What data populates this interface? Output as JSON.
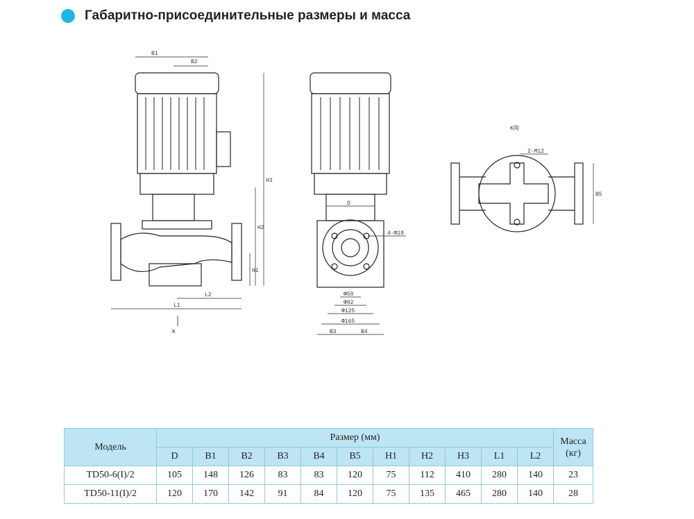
{
  "title": "Габаритно-присоединительные размеры и масса",
  "accent_color": "#1fb6e6",
  "drawing": {
    "side_view": {
      "labels": [
        "B1",
        "B2",
        "H3",
        "H2",
        "H1",
        "L2",
        "L1",
        "K"
      ]
    },
    "front_view": {
      "labels": [
        "D",
        "4-Φ18",
        "Φ50",
        "Φ92",
        "Φ125",
        "Φ165",
        "B3",
        "B4"
      ]
    },
    "top_view": {
      "title": "K向",
      "labels": [
        "2-M12",
        "B5"
      ]
    }
  },
  "table": {
    "model_header": "Модель",
    "size_header": "Размер (мм)",
    "mass_header": "Масса",
    "mass_unit": "(кг)",
    "columns": [
      "D",
      "B1",
      "B2",
      "B3",
      "B4",
      "B5",
      "H1",
      "H2",
      "H3",
      "L1",
      "L2"
    ],
    "rows": [
      {
        "model": "TD50-6(I)/2",
        "values": [
          "105",
          "148",
          "126",
          "83",
          "83",
          "120",
          "75",
          "112",
          "410",
          "280",
          "140"
        ],
        "mass": "23"
      },
      {
        "model": "TD50-11(I)/2",
        "values": [
          "120",
          "170",
          "142",
          "91",
          "84",
          "120",
          "75",
          "135",
          "465",
          "280",
          "140"
        ],
        "mass": "28"
      }
    ]
  }
}
